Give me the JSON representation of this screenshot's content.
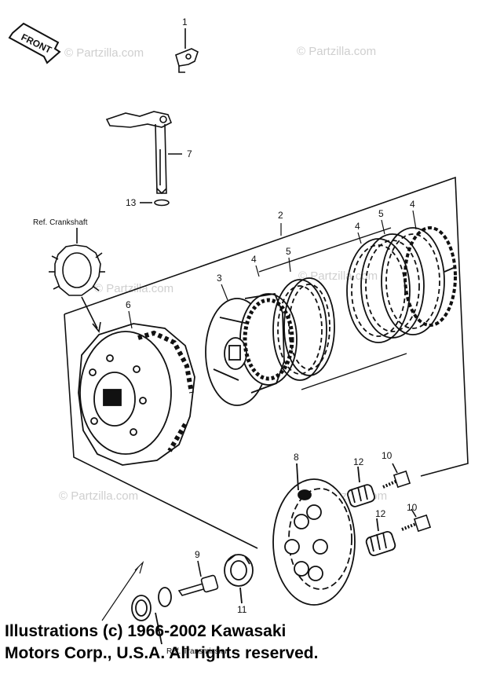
{
  "front_label": "FRONT",
  "watermark": "© Partzilla.com",
  "ref_crankshaft": "Ref. Crankshaft",
  "ref_transmission": "Ref. Transmission",
  "callouts": {
    "c1": "1",
    "c2": "2",
    "c3": "3",
    "c4a": "4",
    "c4b": "4",
    "c4c": "4",
    "c5a": "5",
    "c5b": "5",
    "c6": "6",
    "c7": "7",
    "c8": "8",
    "c9": "9",
    "c10a": "10",
    "c10b": "10",
    "c11": "11",
    "c12a": "12",
    "c12b": "12",
    "c13": "13"
  },
  "copyright": {
    "line1": "Illustrations (c) 1966-2002 Kawasaki",
    "line2": "Motors Corp., U.S.A.  All rights reserved."
  },
  "colors": {
    "ink": "#111111",
    "watermark": "#cfcfcf",
    "background": "#ffffff"
  }
}
